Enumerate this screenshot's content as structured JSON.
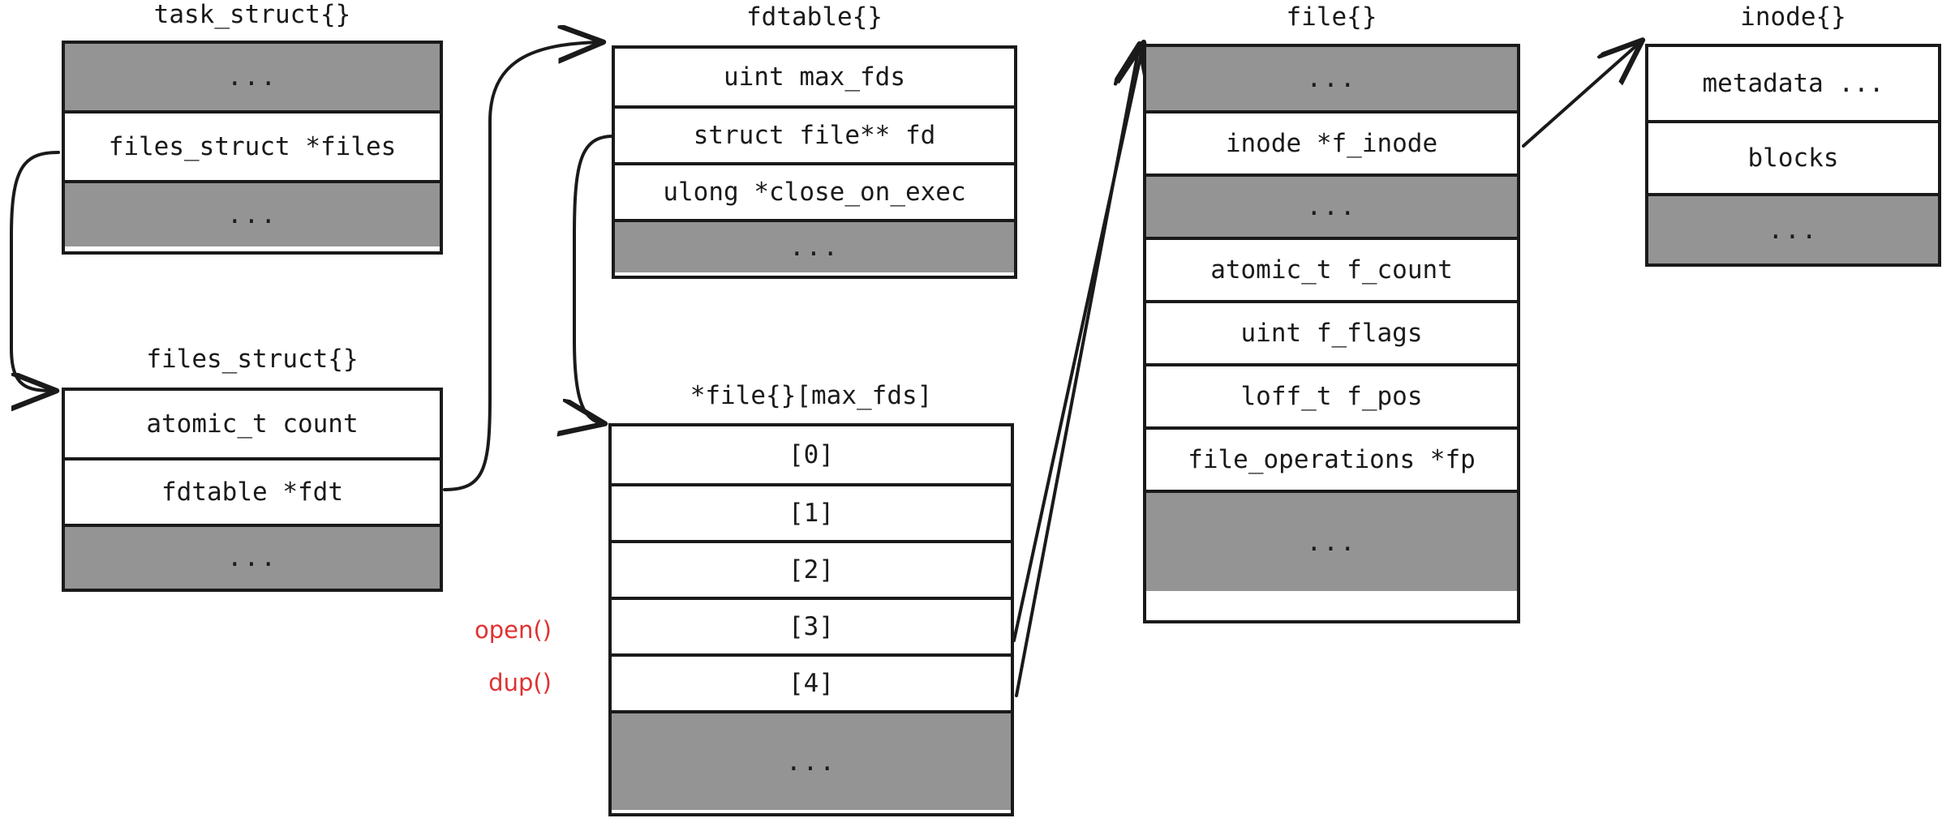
{
  "diagram": {
    "title_font_size": 31,
    "colors": {
      "border": "#1a1a1a",
      "gray_row": "#949494",
      "white_row": "#ffffff",
      "call_label": "#e03131",
      "background": "#ffffff"
    },
    "ellipsis": "..."
  },
  "structs": {
    "task_struct": {
      "title": "task_struct{}",
      "rows": [
        {
          "label": "...",
          "style": "gray"
        },
        {
          "label": "files_struct *files",
          "style": "white"
        },
        {
          "label": "...",
          "style": "gray"
        }
      ]
    },
    "files_struct": {
      "title": "files_struct{}",
      "rows": [
        {
          "label": "atomic_t count",
          "style": "white"
        },
        {
          "label": "fdtable *fdt",
          "style": "white"
        },
        {
          "label": "...",
          "style": "gray"
        }
      ]
    },
    "fdtable": {
      "title": "fdtable{}",
      "rows": [
        {
          "label": "uint max_fds",
          "style": "white"
        },
        {
          "label": "struct file** fd",
          "style": "white"
        },
        {
          "label": "ulong *close_on_exec",
          "style": "white"
        },
        {
          "label": "...",
          "style": "gray"
        }
      ]
    },
    "fd_array": {
      "title": "*file{}[max_fds]",
      "rows": [
        {
          "label": "[0]",
          "style": "white"
        },
        {
          "label": "[1]",
          "style": "white"
        },
        {
          "label": "[2]",
          "style": "white"
        },
        {
          "label": "[3]",
          "style": "white"
        },
        {
          "label": "[4]",
          "style": "white"
        },
        {
          "label": "...",
          "style": "gray"
        }
      ]
    },
    "file": {
      "title": "file{}",
      "rows": [
        {
          "label": "...",
          "style": "gray"
        },
        {
          "label": "inode *f_inode",
          "style": "white"
        },
        {
          "label": "...",
          "style": "gray"
        },
        {
          "label": "atomic_t f_count",
          "style": "white"
        },
        {
          "label": "uint f_flags",
          "style": "white"
        },
        {
          "label": "loff_t f_pos",
          "style": "white"
        },
        {
          "label": "file_operations *fp",
          "style": "white"
        },
        {
          "label": "...",
          "style": "gray"
        }
      ]
    },
    "inode": {
      "title": "inode{}",
      "rows": [
        {
          "label": "metadata ...",
          "style": "white"
        },
        {
          "label": "blocks",
          "style": "white"
        },
        {
          "label": "...",
          "style": "gray"
        }
      ]
    }
  },
  "annotations": {
    "open_call": "open()",
    "dup_call": "dup()"
  }
}
